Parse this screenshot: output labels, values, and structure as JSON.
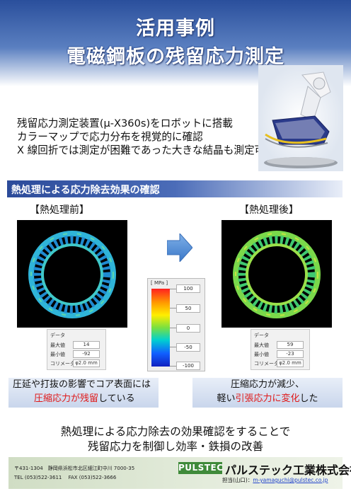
{
  "header": {
    "title_line1": "活用事例",
    "title_line2": "電磁鋼板の残留応力測定"
  },
  "intro": [
    "残留応力測定装置(μ-X360s)をロボットに搭載",
    "カラーマップで応力分布を視覚的に確認",
    "X 線回折では測定が困難であった大きな結晶も測定可能"
  ],
  "section": {
    "title": "熱処理による応力除去効果の確認"
  },
  "before": {
    "label": "【熱処理前】",
    "info": {
      "title": "データ",
      "max_label": "最大値",
      "max_value": "14",
      "min_label": "最小値",
      "min_value": "-92",
      "coll_label": "コリメータ",
      "coll_value": "φ2.0 mm"
    },
    "callout": {
      "line1": "圧延や打抜の影響でコア表面には",
      "line2_red": "圧縮応力が残留",
      "line2_tail": "している"
    }
  },
  "after": {
    "label": "【熱処理後】",
    "info": {
      "title": "データ",
      "max_label": "最大値",
      "max_value": "59",
      "min_label": "最小値",
      "min_value": "-23",
      "coll_label": "コリメータ",
      "coll_value": "φ2.0 mm"
    },
    "callout": {
      "line1": "圧縮応力が減少、",
      "line2_head": "軽い",
      "line2_red": "引張応力に変化",
      "line2_tail": "した"
    }
  },
  "scale": {
    "unit": "[ MPa ]",
    "values": [
      "100",
      "50",
      "0",
      "-50",
      "-100"
    ]
  },
  "conclusion": {
    "line1": "熱処理による応力除去の効果確認をすることで",
    "line2": "残留応力を制御し効率・鉄損の改善"
  },
  "footer": {
    "address": "〒431-1304　静岡県浜松市北区細江町中川 7000-35",
    "tel": "TEL (053)522-3611　 FAX (053)522-3666",
    "logo": "PULSTEC",
    "company": "パルステック工業株式会社",
    "contact_label": "担当(山口)：",
    "email": "m-yamaguchi@pulstec.co.jp"
  },
  "colors": {
    "header": "#2a4f9c",
    "section_bar": "#2c4b9a",
    "highlight": "#e01818",
    "logo": "#3f8a3a"
  }
}
